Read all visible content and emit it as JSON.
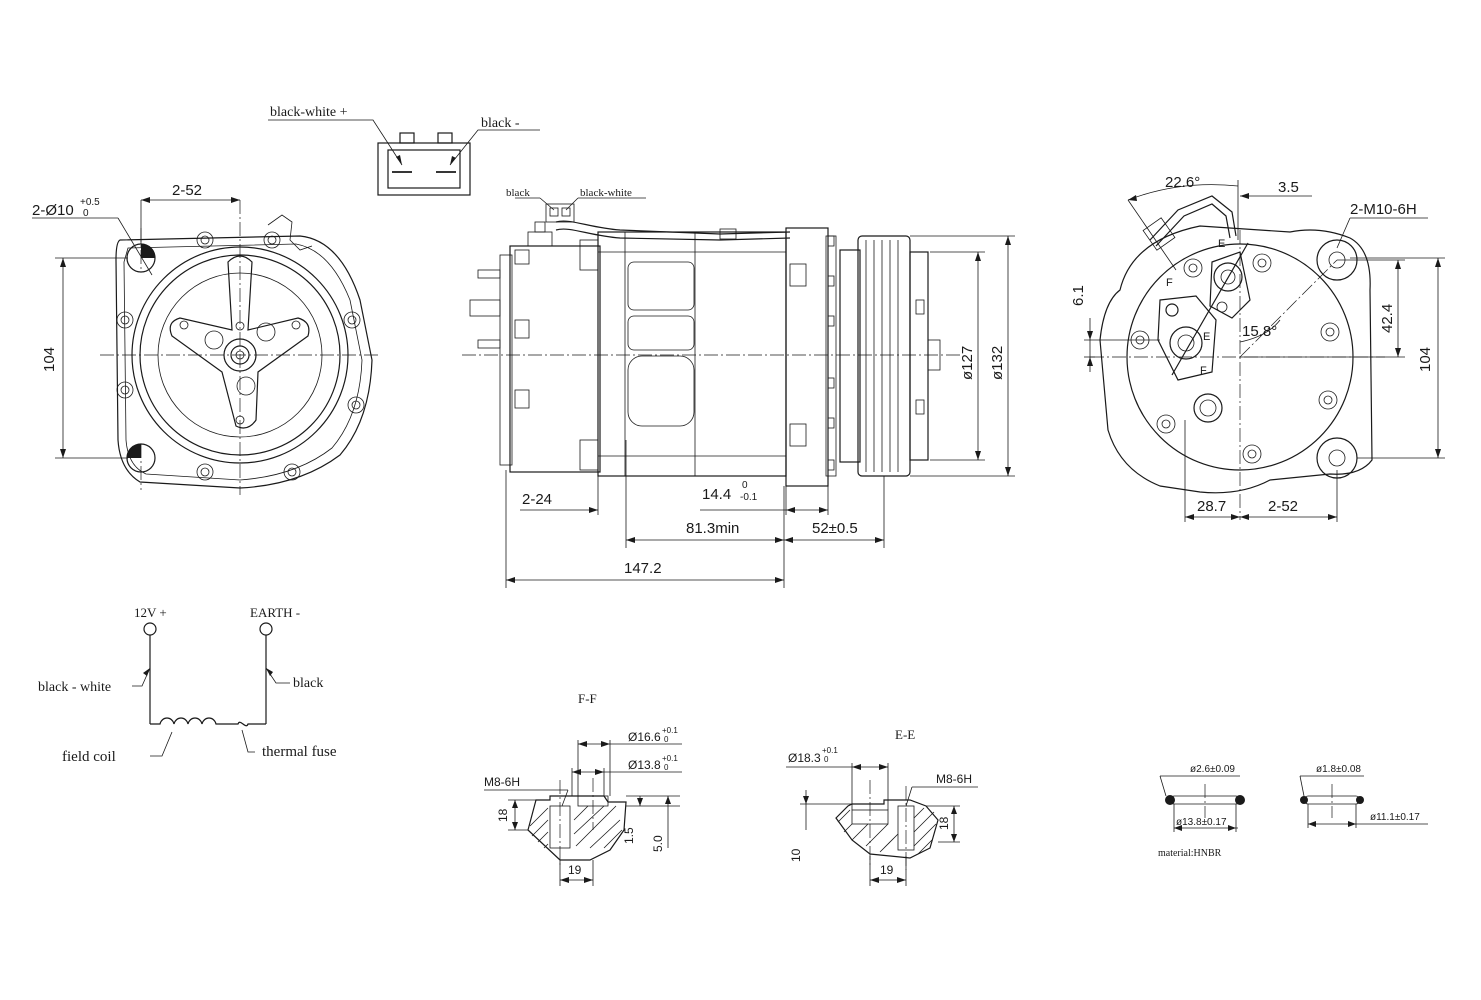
{
  "connector": {
    "left_pin": "black-white +",
    "right_pin": "black -"
  },
  "front_view": {
    "hole_label": "2-Ø10",
    "hole_tol": "+0.5",
    "hole_tol_low": "0",
    "spacing": "2-52",
    "height": "104"
  },
  "side_view": {
    "wire_black": "black",
    "wire_black_white": "black-white",
    "thread_len": "2-24",
    "gap": "14.4",
    "gap_tol_up": "0",
    "gap_tol_low": "-0.1",
    "min_len": "81.3min",
    "pulley_offset": "52±0.5",
    "overall_len": "147.2",
    "pulley_dia_1": "ø127",
    "pulley_dia_2": "ø132"
  },
  "rear_view": {
    "angle_1": "22.6°",
    "offset_1": "3.5",
    "thread": "2-M10-6H",
    "offset_v": "6.1",
    "angle_2": "15.8°",
    "dim_42": "42.4",
    "height": "104",
    "dim_28": "28.7",
    "spacing": "2-52",
    "section_e": "E",
    "section_f": "F"
  },
  "wiring": {
    "positive": "12V +",
    "earth": "EARTH -",
    "wire_left": "black - white",
    "wire_right": "black",
    "field_coil": "field coil",
    "thermal_fuse": "thermal fuse"
  },
  "section_ff": {
    "title": "F-F",
    "bore_1": "Ø16.6",
    "bore_1_tol": "+0.1",
    "bore_1_tol_low": "0",
    "bore_2": "Ø13.8",
    "bore_2_tol": "+0.1",
    "bore_2_tol_low": "0",
    "thread": "M8-6H",
    "depth": "18",
    "width": "19",
    "step": "1.5",
    "total": "5.0"
  },
  "section_ee": {
    "title": "E-E",
    "bore": "Ø18.3",
    "bore_tol": "+0.1",
    "bore_tol_low": "0",
    "thread": "M8-6H",
    "depth": "18",
    "height": "10",
    "width": "19"
  },
  "orings": {
    "ring1_section": "ø2.6±0.09",
    "ring1_id": "ø13.8±0.17",
    "ring2_section": "ø1.8±0.08",
    "ring2_id": "ø11.1±0.17",
    "material": "material:HNBR"
  }
}
